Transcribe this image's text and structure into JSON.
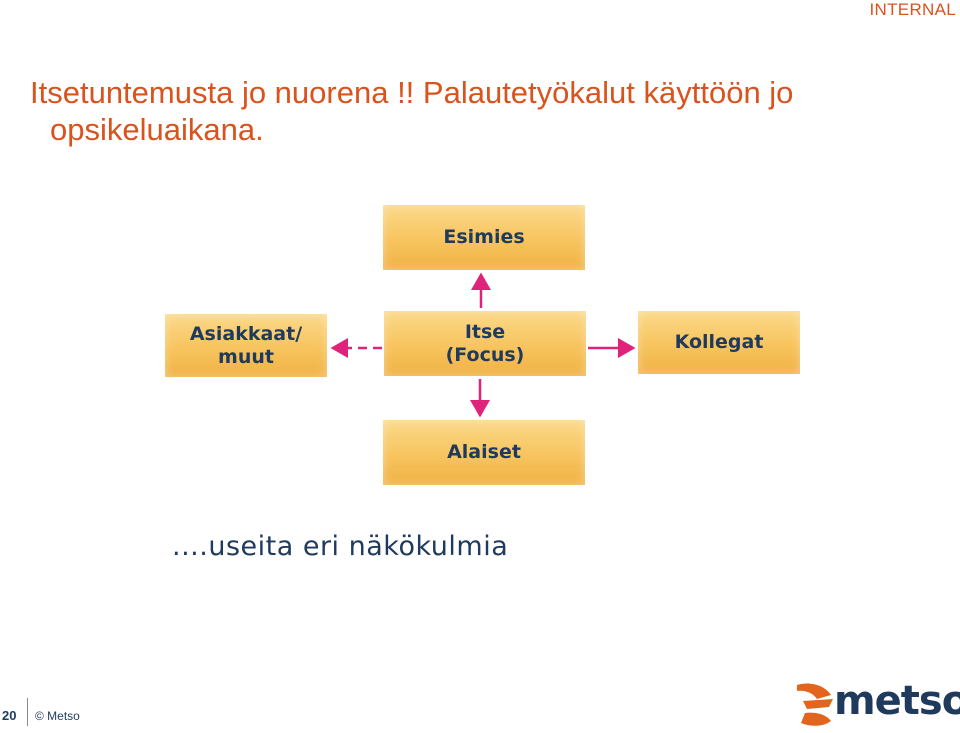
{
  "header": {
    "classification": "INTERNAL"
  },
  "title": {
    "line1": "Itsetuntemusta jo nuorena !!  Palautetyökalut käyttöön jo",
    "line2": "opsikeluaikana."
  },
  "diagram": {
    "nodes": {
      "esimies": "Esimies",
      "itse_line1": "Itse",
      "itse_line2": "(Focus)",
      "asiakkaat_line1": "Asiakkaat/",
      "asiakkaat_line2": "muut",
      "kollegat": "Kollegat",
      "alaiset": "Alaiset"
    },
    "caption": "....useita eri näkökulmia"
  },
  "footer": {
    "page_number": "20",
    "copyright": "© Metso",
    "logo_text": "metso"
  },
  "colors": {
    "accent": "#d9531e",
    "text_dark": "#1f3a5c",
    "arrow": "#e0237a",
    "box_fill": "#f7c45e"
  }
}
